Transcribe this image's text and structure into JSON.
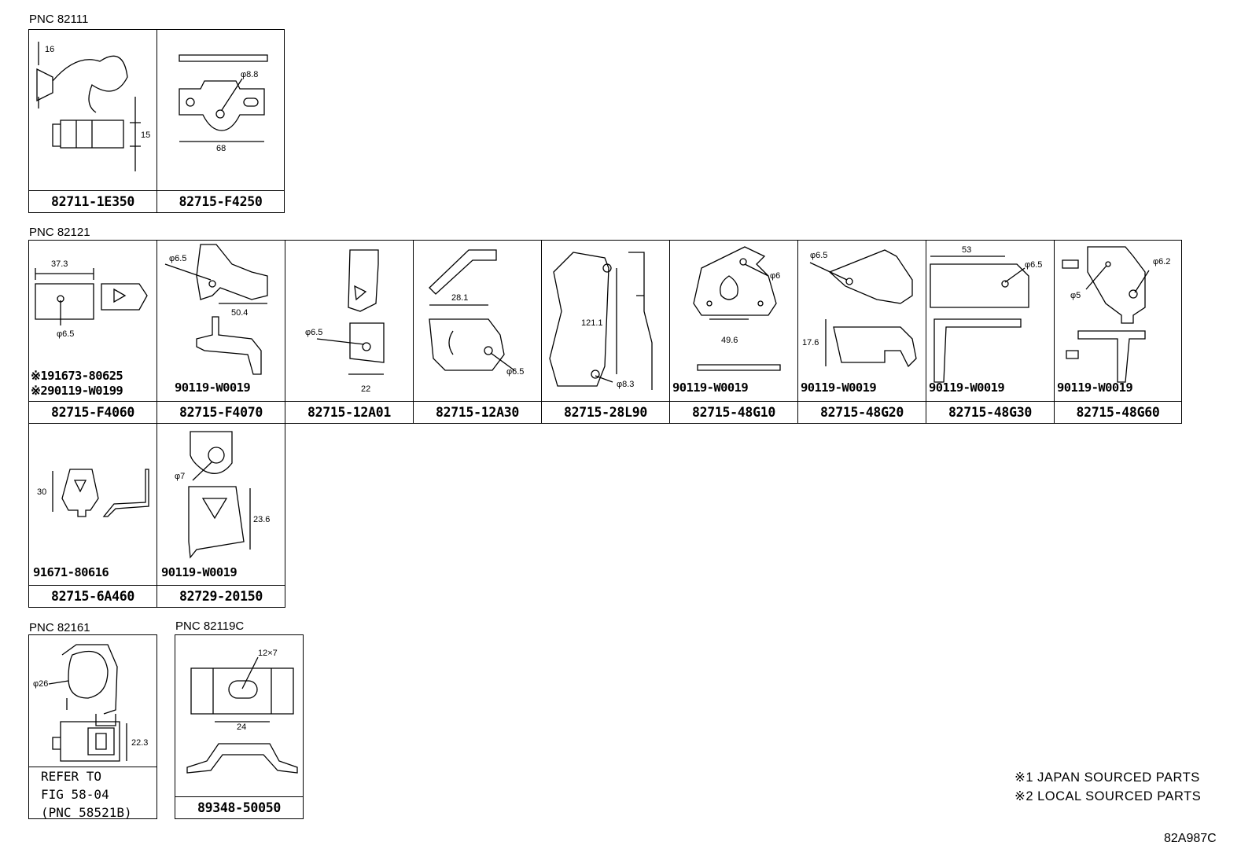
{
  "groups": {
    "g1": "PNC 82111",
    "g2": "PNC 82121",
    "g3": "PNC 82161",
    "g4": "PNC 82119C"
  },
  "parts": {
    "p1": "82711-1E350",
    "p2": "82715-F4250",
    "p3": "82715-F4060",
    "p4": "82715-F4070",
    "p5": "82715-12A01",
    "p6": "82715-12A30",
    "p7": "82715-28L90",
    "p8": "82715-48G10",
    "p9": "82715-48G20",
    "p10": "82715-48G30",
    "p11": "82715-48G60",
    "p12": "82715-6A460",
    "p13": "82729-20150",
    "p14": "89348-50050"
  },
  "bolts": {
    "b3a": "※191673-80625",
    "b3b": "※290119-W0199",
    "b4": "90119-W0019",
    "b8": "90119-W0019",
    "b9": "90119-W0019",
    "b10": "90119-W0019",
    "b11": "90119-W0019",
    "b12": "91671-80616",
    "b13": "90119-W0019"
  },
  "dims": {
    "d1a": "16",
    "d1b": "15",
    "d2a": "φ8.8",
    "d2b": "68",
    "d3a": "37.3",
    "d3b": "φ6.5",
    "d4a": "φ6.5",
    "d4b": "50.4",
    "d5a": "φ6.5",
    "d5b": "22",
    "d6a": "28.1",
    "d6b": "φ6.5",
    "d7a": "121.1",
    "d7b": "φ8.3",
    "d8a": "φ6",
    "d8b": "49.6",
    "d9a": "φ6.5",
    "d9b": "17.6",
    "d10a": "53",
    "d10b": "φ6.5",
    "d11a": "φ6.2",
    "d11b": "φ5",
    "d12a": "30",
    "d13a": "φ7",
    "d13b": "23.6",
    "d14a": "φ26",
    "d14b": "22.3",
    "d15a": "12×7",
    "d15b": "24"
  },
  "refer_note": "REFER TO\nFIG 58-04\n(PNC 58521B)",
  "legend": {
    "l1": "※1 JAPAN SOURCED PARTS",
    "l2": "※2 LOCAL SOURCED PARTS"
  },
  "figure_id": "82A987C"
}
